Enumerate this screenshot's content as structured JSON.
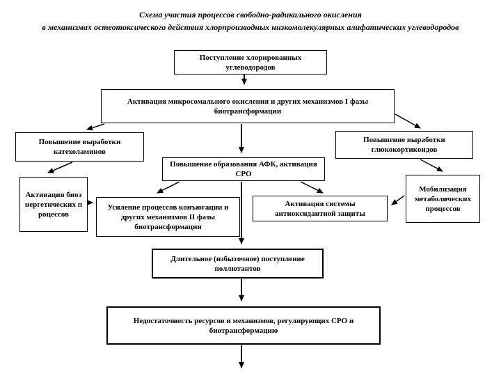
{
  "title": {
    "line1": "Схема участия процессов свободно-радикального окисления",
    "line2": "в механизмах остеотоксического действия хлорпроизводных низкомолекулярных алифатических углеводородов"
  },
  "nodes": {
    "intake": {
      "label": "Поступление хлорированных углеводородов"
    },
    "phase1": {
      "label": "Активация микросомального окисления и других механизмов I фазы биотрансформации"
    },
    "catecholamines": {
      "label": "Повышение выработки катехоламинов"
    },
    "glucocorticoids": {
      "label": "Повышение выработки глюкокортикоидов"
    },
    "afk_sro": {
      "label": "Повышение образования АФК, активация СРО"
    },
    "bioenergetic": {
      "label": "Активация биоэнергетических процессов"
    },
    "phase2": {
      "label": "Усиление процессов конъюгации и других механизмов II фазы биотрансформации"
    },
    "antioxidant": {
      "label": "Активация системы антиоксидантной защиты"
    },
    "mobilization": {
      "label": "Мобилизация метаболических процессов"
    },
    "pollutants": {
      "label": "Длительное (избыточное) поступление поллютантов"
    },
    "insufficiency": {
      "label": "Недостаточность ресурсов и механизмов, регулирующих СРО и биотрансформацию"
    }
  },
  "edges": [
    {
      "from": "intake",
      "to": "phase1"
    },
    {
      "from": "phase1",
      "to": "catecholamines"
    },
    {
      "from": "phase1",
      "to": "glucocorticoids"
    },
    {
      "from": "phase1",
      "to": "afk_sro"
    },
    {
      "from": "catecholamines",
      "to": "bioenergetic"
    },
    {
      "from": "bioenergetic",
      "to": "phase2"
    },
    {
      "from": "glucocorticoids",
      "to": "mobilization"
    },
    {
      "from": "afk_sro",
      "to": "phase2"
    },
    {
      "from": "afk_sro",
      "to": "antioxidant"
    },
    {
      "from": "afk_sro",
      "to": "pollutants"
    },
    {
      "from": "mobilization",
      "to": "antioxidant"
    },
    {
      "from": "pollutants",
      "to": "insufficiency"
    },
    {
      "from": "insufficiency",
      "to": "out"
    }
  ],
  "colors": {
    "ink": "#000000",
    "background": "#ffffff"
  }
}
